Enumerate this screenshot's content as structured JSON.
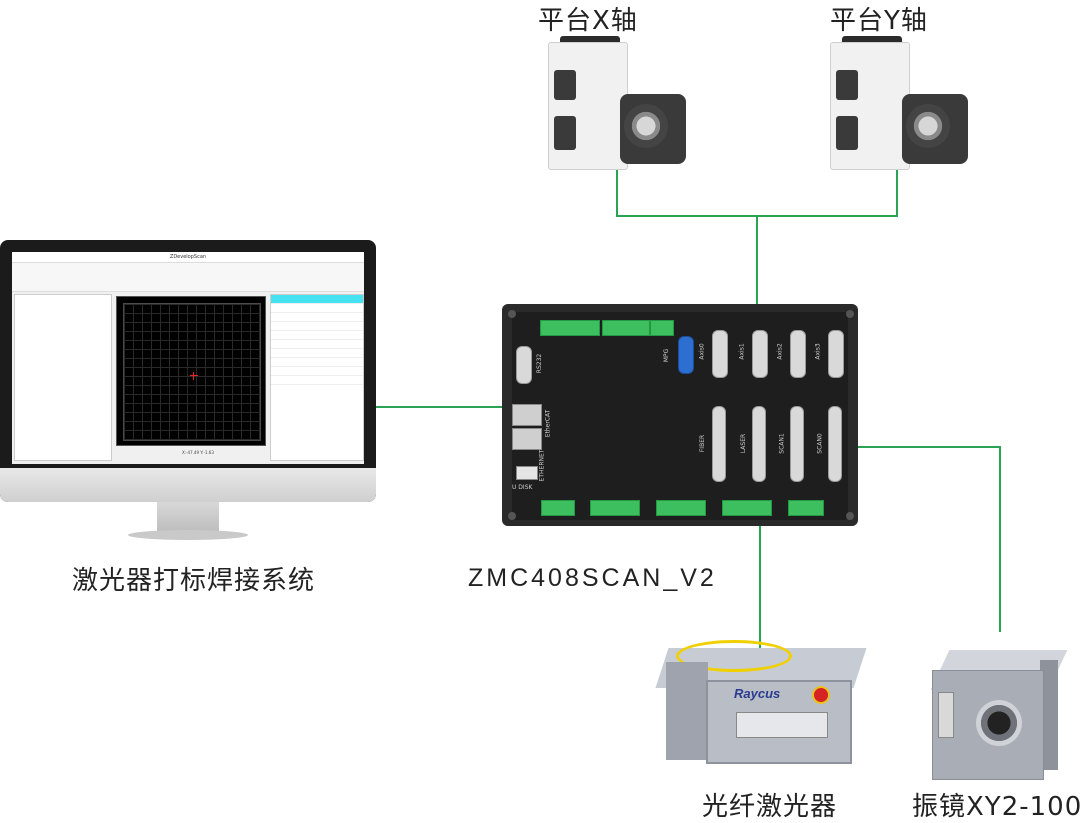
{
  "labels": {
    "platform_x": "平台X轴",
    "platform_y": "平台Y轴",
    "pc_system": "激光器打标焊接系统",
    "controller_model": "ZMC408SCAN_V2",
    "fiber_laser": "光纤激光器",
    "galvo": "振镜XY2-100"
  },
  "controller_ports": {
    "rs232": "RS232",
    "ethernet": "ETHERNET",
    "ethercat": "EtherCAT",
    "usb": "U DISK",
    "mpg": "MPG",
    "axis_labels": [
      "Axis0",
      "Axis1",
      "Axis2",
      "Axis3"
    ],
    "lower_labels": [
      "FIBER",
      "LASER",
      "SCAN1",
      "SCAN0"
    ]
  },
  "laser_brand": "Raycus",
  "software": {
    "window_title": "ZDevelopScan",
    "status_bar": "X:-47.49 Y:-1.63"
  },
  "colors": {
    "wire": "#2aa452",
    "selected_row": "#45e3f2"
  }
}
